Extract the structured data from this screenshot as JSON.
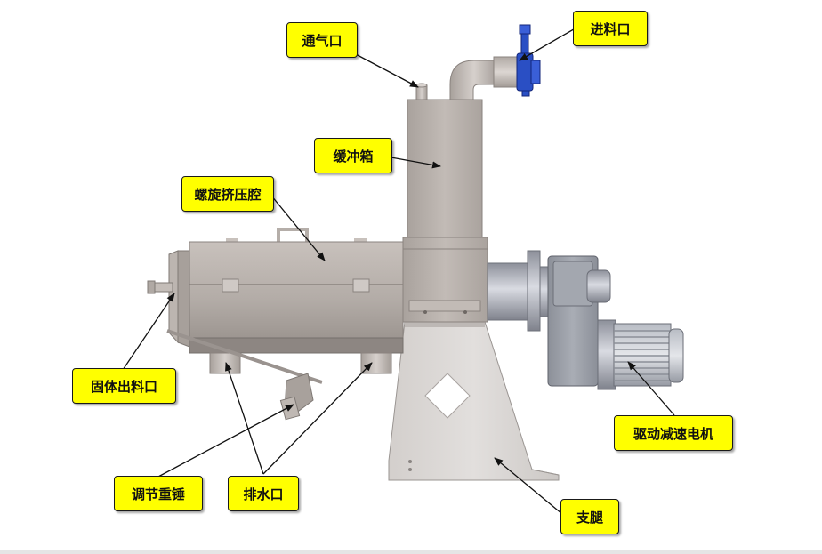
{
  "labels": {
    "vent": "通气口",
    "inlet": "进料口",
    "buffer_tank": "缓冲箱",
    "screw_chamber": "螺旋挤压腔",
    "solid_outlet": "固体出料口",
    "counterweight": "调节重锤",
    "drain": "排水口",
    "motor": "驱动减速电机",
    "stand": "支腿"
  },
  "colors": {
    "callout_fill": "#ffff00",
    "callout_border": "#1a1a1a",
    "machine_body": "#b9b2ad",
    "machine_dark": "#8f8884",
    "stand": "#d6d3d1",
    "motor_body": "#a6aab3",
    "valve_blue": "#2a4fc4"
  },
  "icons": {
    "leader_arrow": "arrow-icon"
  }
}
